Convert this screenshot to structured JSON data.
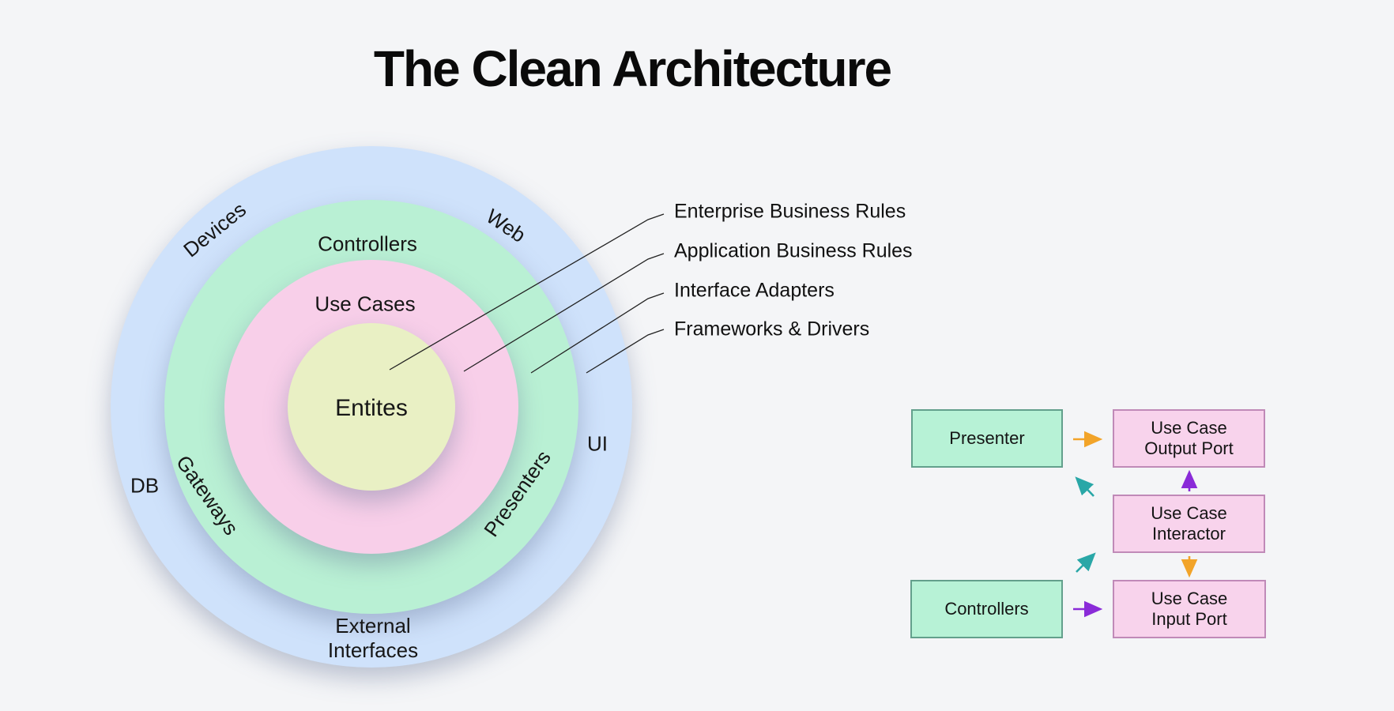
{
  "title": "The Clean Architecture",
  "ring_labels": {
    "devices": "Devices",
    "web": "Web",
    "controllers": "Controllers",
    "use_cases": "Use Cases",
    "entities": "Entites",
    "db": "DB",
    "gateways": "Gateways",
    "presenters": "Presenters",
    "ui": "UI",
    "external_interfaces": "External\nInterfaces"
  },
  "callouts": [
    {
      "label": "Enterprise Business Rules",
      "points_to": "entities-circle"
    },
    {
      "label": "Application Business Rules",
      "points_to": "use-cases-ring"
    },
    {
      "label": "Interface Adapters",
      "points_to": "adapters-ring"
    },
    {
      "label": "Frameworks & Drivers",
      "points_to": "frameworks-ring"
    }
  ],
  "flow": {
    "boxes": [
      {
        "id": "presenter",
        "label": "Presenter",
        "color": "green"
      },
      {
        "id": "output-port",
        "label": "Use Case\nOutput Port",
        "color": "pink"
      },
      {
        "id": "interactor",
        "label": "Use Case\nInteractor",
        "color": "pink"
      },
      {
        "id": "controllers",
        "label": "Controllers",
        "color": "green"
      },
      {
        "id": "input-port",
        "label": "Use Case\nInput Port",
        "color": "pink"
      }
    ]
  },
  "colors": {
    "background": "#f4f5f7",
    "ring_blue": "#cfe2fb",
    "ring_green": "#b9f0d4",
    "ring_pink": "#f8cfe9",
    "ring_yellow": "#e9f0c4",
    "box_green_fill": "#b7f2d6",
    "box_green_border": "#63a08c",
    "box_pink_fill": "#f8d3ec",
    "box_pink_border": "#c08ab8",
    "arrow_orange": "#f2a429",
    "arrow_purple": "#8a2bd8",
    "arrow_teal": "#29a7a7",
    "line_color": "#222222",
    "text_color": "#111111"
  }
}
